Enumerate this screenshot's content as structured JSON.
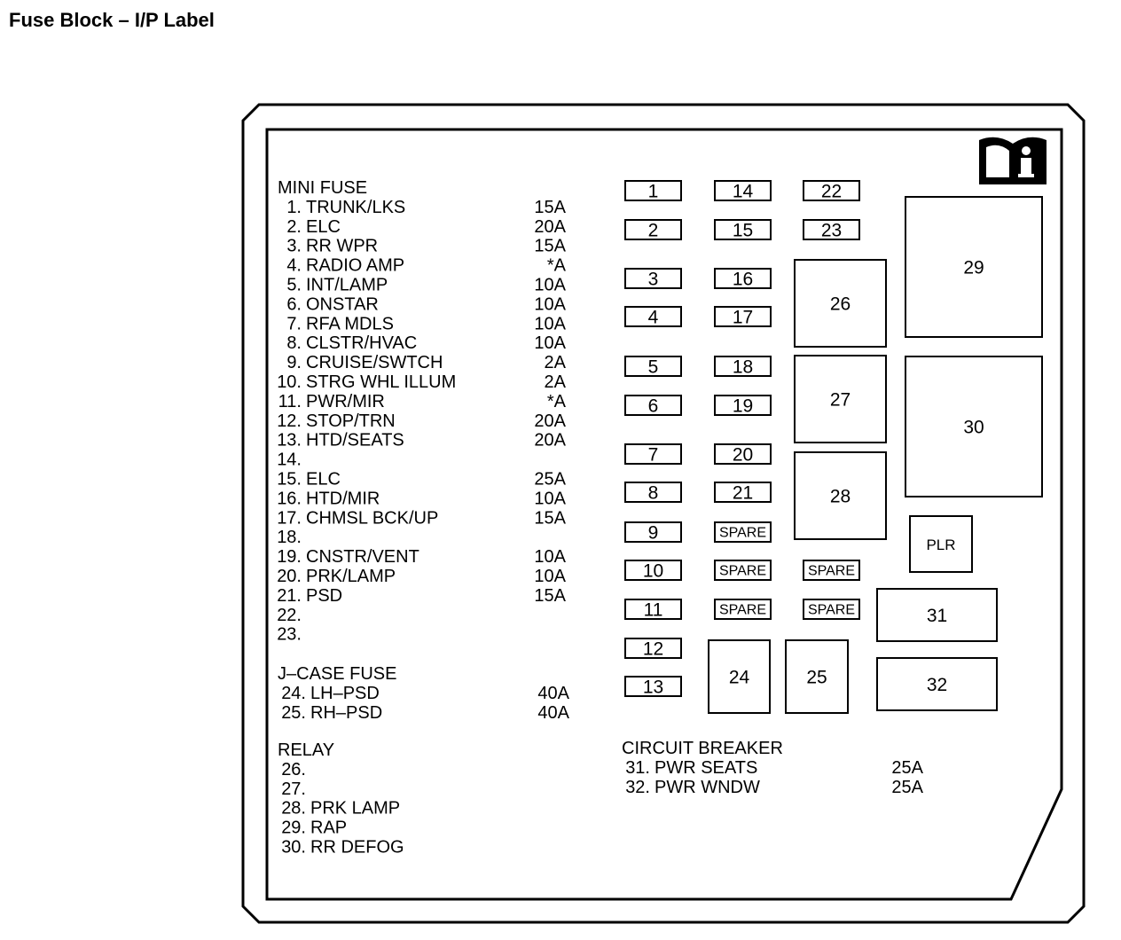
{
  "title": "Fuse Block – I/P Label",
  "sections": {
    "mini_fuse": {
      "heading": "MINI FUSE",
      "rows": [
        {
          "num": "1.",
          "name": "TRUNK/LKS",
          "amp": "15A"
        },
        {
          "num": "2.",
          "name": "ELC",
          "amp": "20A"
        },
        {
          "num": "3.",
          "name": "RR WPR",
          "amp": "15A"
        },
        {
          "num": "4.",
          "name": "RADIO AMP",
          "amp": "*A"
        },
        {
          "num": "5.",
          "name": "INT/LAMP",
          "amp": "10A"
        },
        {
          "num": "6.",
          "name": "ONSTAR",
          "amp": "10A"
        },
        {
          "num": "7.",
          "name": "RFA MDLS",
          "amp": "10A"
        },
        {
          "num": "8.",
          "name": "CLSTR/HVAC",
          "amp": "10A"
        },
        {
          "num": "9.",
          "name": "CRUISE/SWTCH",
          "amp": "2A"
        },
        {
          "num": "10.",
          "name": "STRG WHL ILLUM",
          "amp": "2A"
        },
        {
          "num": "11.",
          "name": "PWR/MIR",
          "amp": "*A"
        },
        {
          "num": "12.",
          "name": "STOP/TRN",
          "amp": "20A"
        },
        {
          "num": "13.",
          "name": "HTD/SEATS",
          "amp": "20A"
        },
        {
          "num": "14.",
          "name": "",
          "amp": ""
        },
        {
          "num": "15.",
          "name": "ELC",
          "amp": "25A"
        },
        {
          "num": "16.",
          "name": "HTD/MIR",
          "amp": "10A"
        },
        {
          "num": "17.",
          "name": "CHMSL BCK/UP",
          "amp": "15A"
        },
        {
          "num": "18.",
          "name": "",
          "amp": ""
        },
        {
          "num": "19.",
          "name": "CNSTR/VENT",
          "amp": "10A"
        },
        {
          "num": "20.",
          "name": "PRK/LAMP",
          "amp": "10A"
        },
        {
          "num": "21.",
          "name": "PSD",
          "amp": "15A"
        },
        {
          "num": "22.",
          "name": "",
          "amp": ""
        },
        {
          "num": "23.",
          "name": "",
          "amp": ""
        }
      ]
    },
    "jcase_fuse": {
      "heading": "J–CASE FUSE",
      "rows": [
        {
          "num": "24.",
          "name": "LH–PSD",
          "amp": "40A"
        },
        {
          "num": "25.",
          "name": "RH–PSD",
          "amp": "40A"
        }
      ]
    },
    "relay": {
      "heading": "RELAY",
      "rows": [
        {
          "num": "26.",
          "name": "",
          "amp": ""
        },
        {
          "num": "27.",
          "name": "",
          "amp": ""
        },
        {
          "num": "28.",
          "name": "PRK LAMP",
          "amp": ""
        },
        {
          "num": "29.",
          "name": "RAP",
          "amp": ""
        },
        {
          "num": "30.",
          "name": "RR DEFOG",
          "amp": ""
        }
      ]
    },
    "circuit_breaker": {
      "heading": "CIRCUIT BREAKER",
      "rows": [
        {
          "num": "31.",
          "name": "PWR SEATS",
          "amp": "25A"
        },
        {
          "num": "32.",
          "name": "PWR WNDW",
          "amp": "25A"
        }
      ]
    }
  },
  "fuse_boxes": {
    "col1": [
      "1",
      "2",
      "3",
      "4",
      "5",
      "6",
      "7",
      "8",
      "9",
      "10",
      "11",
      "12",
      "13"
    ],
    "col2": [
      "14",
      "15",
      "16",
      "17",
      "18",
      "19",
      "20",
      "21",
      "SPARE",
      "SPARE",
      "SPARE"
    ],
    "col3": [
      "22",
      "23",
      "SPARE",
      "SPARE"
    ],
    "relays": [
      "26",
      "27",
      "28",
      "29",
      "30"
    ],
    "jcase": [
      "24",
      "25"
    ],
    "plr": "PLR",
    "breakers": [
      "31",
      "32"
    ]
  },
  "icons": {
    "manual": "manual-info-icon"
  }
}
